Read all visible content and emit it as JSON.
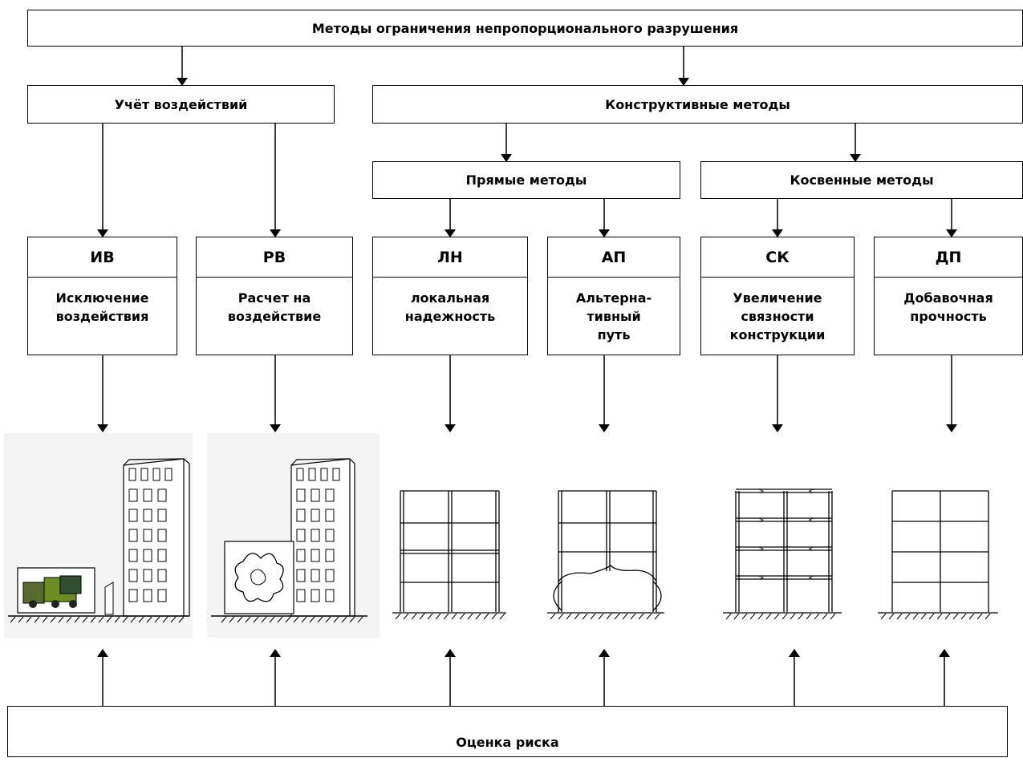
{
  "title": "Методы ограничения непропорционального разрушения",
  "branches": {
    "loads": "Учёт воздействий",
    "structural": "Конструктивные методы",
    "direct": "Прямые методы",
    "indirect": "Косвенные методы"
  },
  "methods": [
    {
      "code": "ИВ",
      "desc": "Исключение\nвоздействия"
    },
    {
      "code": "РВ",
      "desc": "Расчет на\nвоздействие"
    },
    {
      "code": "ЛН",
      "desc": "локальная\nнадежность"
    },
    {
      "code": "АП",
      "desc": "Альтерна-\nтивный\nпуть"
    },
    {
      "code": "СК",
      "desc": "Увеличение\nсвязности\nконструкции"
    },
    {
      "code": "ДП",
      "desc": "Добавочная\nпрочность"
    }
  ],
  "footer": "Оценка риска"
}
